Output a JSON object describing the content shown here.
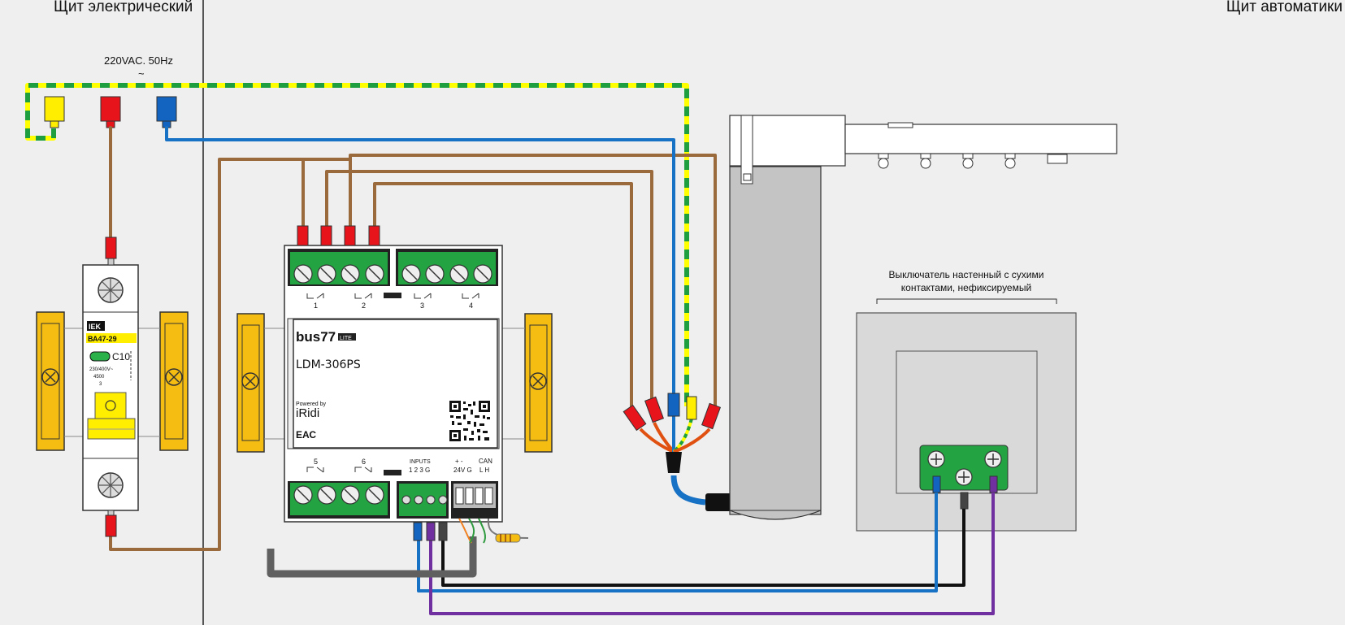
{
  "headers": {
    "left_panel": "Щит электрический",
    "right_panel": "Щит автоматики"
  },
  "power": {
    "voltage_label": "220VAC. 50Hz",
    "ac_symbol": "~"
  },
  "breaker": {
    "brand": "IEK",
    "model": "ВА47-29",
    "rating": "C10",
    "spec_line1": "230/400V~",
    "spec_line2": "4500",
    "spec_line3": "3"
  },
  "controller": {
    "brand": "bus77",
    "brand_badge": "LITE",
    "model": "LDM-306PS",
    "powered_by": "Powered by",
    "platform": "iRidi",
    "cert_mark": "ЕАС",
    "relay_labels_top": [
      "1",
      "2",
      "3",
      "4"
    ],
    "relay_labels_bottom": [
      "5",
      "6"
    ],
    "inputs_title": "INPUTS",
    "inputs_numbers": "1 2 3 G",
    "power_title": "+  -",
    "power_label": "24V G",
    "can_title": "CAN",
    "can_label": "L  H"
  },
  "switch": {
    "caption_line1": "Выключатель настенный с сухими",
    "caption_line2": "контактами, нефиксируемый"
  },
  "colors": {
    "background": "#efefef",
    "wire_brown": "#9b6a3c",
    "wire_blue": "#1771c4",
    "wire_black": "#111111",
    "wire_purple": "#7030a0",
    "wire_yellow": "#ffff00",
    "wire_green": "#1e9e3e",
    "terminal_green": "#23a342",
    "din_clip": "#f5bd12",
    "ferrule_red": "#e8141b",
    "ferrule_blue": "#1363c0",
    "ferrule_yellow": "#ffee00",
    "bus_gray": "#606060"
  }
}
